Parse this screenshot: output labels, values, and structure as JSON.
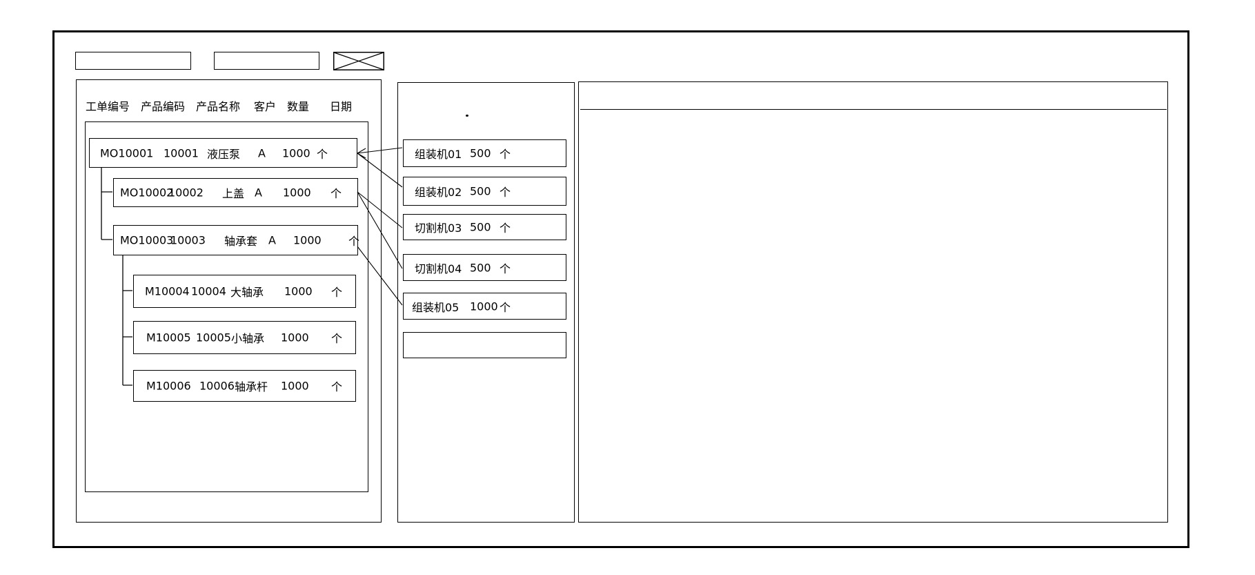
{
  "top_bar": {
    "input1_value": "",
    "input2_value": "",
    "image_placeholder": "x-crossed-box"
  },
  "left_panel": {
    "columns": [
      "工单编号",
      "产品编码",
      "产品名称",
      "客户",
      "数量",
      "日期"
    ],
    "orders": [
      {
        "id": "MO10001",
        "code": "10001",
        "name": "液压泵",
        "customer": "A",
        "qty": "1000",
        "unit": "个",
        "level": 0
      },
      {
        "id": "MO10002",
        "code": "10002",
        "name": "上盖",
        "customer": "A",
        "qty": "1000",
        "unit": "个",
        "level": 1
      },
      {
        "id": "MO10003",
        "code": "10003",
        "name": "轴承套",
        "customer": "A",
        "qty": "1000",
        "unit": "个",
        "level": 1
      },
      {
        "id": "M10004",
        "code": "10004",
        "name": "大轴承",
        "customer": "",
        "qty": "1000",
        "unit": "个",
        "level": 2
      },
      {
        "id": "M10005",
        "code": "10005",
        "name": "小轴承",
        "customer": "",
        "qty": "1000",
        "unit": "个",
        "level": 2
      },
      {
        "id": "M10006",
        "code": "10006",
        "name": "轴承杆",
        "customer": "",
        "qty": "1000",
        "unit": "个",
        "level": 2
      }
    ]
  },
  "middle_panel": {
    "dot": ".",
    "machines": [
      {
        "name": "组装机01",
        "qty": "500",
        "unit": "个"
      },
      {
        "name": "组装机02",
        "qty": "500",
        "unit": "个"
      },
      {
        "name": "切割机03",
        "qty": "500",
        "unit": "个"
      },
      {
        "name": "切割机04",
        "qty": "500",
        "unit": "个"
      },
      {
        "name": "组装机05",
        "qty": "1000",
        "unit": "个"
      },
      {
        "name": "",
        "qty": "",
        "unit": ""
      }
    ]
  },
  "connections": [
    {
      "from": "MO10001",
      "to": "组装机01"
    },
    {
      "from": "MO10001",
      "to": "组装机02"
    },
    {
      "from": "MO10002",
      "to": "切割机03"
    },
    {
      "from": "MO10002",
      "to": "切割机04"
    },
    {
      "from": "MO10003",
      "to": "组装机05"
    }
  ],
  "colors": {
    "line": "#000000",
    "background": "#ffffff"
  }
}
